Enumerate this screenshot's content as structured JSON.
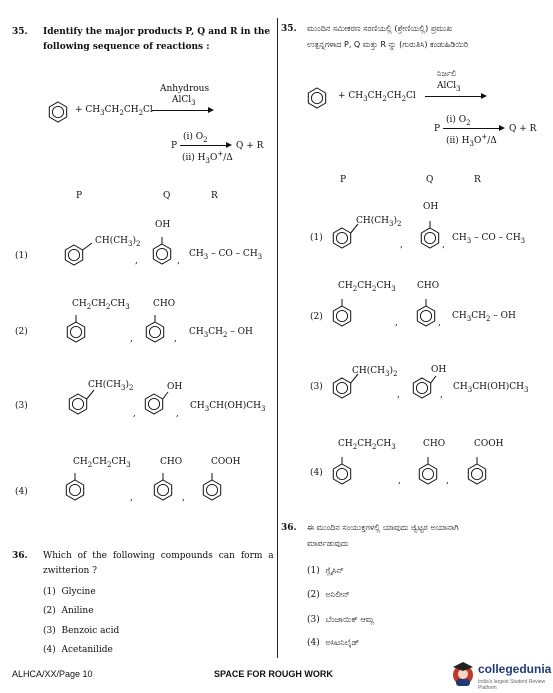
{
  "english": {
    "q35": {
      "number": "35.",
      "text_line1": "Identify the major products P, Q and R in the",
      "text_line2": "following sequence of reactions :",
      "reagent_above": "Anhydrous",
      "reagent_below": "AlCl3",
      "reactant": "+ CH3CH2CH2Cl",
      "step2_reagent1": "(i) O2",
      "step2_reagent2": "(ii) H3O+/Δ",
      "step2_P": "P",
      "step2_products": "Q + R",
      "col_P": "P",
      "col_Q": "Q",
      "col_R": "R",
      "options": [
        {
          "label": "(1)",
          "P_sub": "CH(CH3)2",
          "Q_sub": "OH",
          "R": "CH3 – CO – CH3"
        },
        {
          "label": "(2)",
          "P_sub": "CH2CH2CH3",
          "Q_sub": "CHO",
          "R": "CH3CH2 – OH"
        },
        {
          "label": "(3)",
          "P_sub": "CH(CH3)2",
          "Q_sub": "OH",
          "R": "CH3CH(OH)CH3"
        },
        {
          "label": "(4)",
          "P_sub": "CH2CH2CH3",
          "Q_sub": "CHO",
          "R_sub": "COOH"
        }
      ]
    },
    "q36": {
      "number": "36.",
      "text_line1": "Which of the following compounds can form a",
      "text_line2": "zwitterion ?",
      "options": [
        {
          "label": "(1)",
          "text": "Glycine"
        },
        {
          "label": "(2)",
          "text": "Aniline"
        },
        {
          "label": "(3)",
          "text": "Benzoic acid"
        },
        {
          "label": "(4)",
          "text": "Acetanilide"
        }
      ]
    }
  },
  "kannada": {
    "q35": {
      "number": "35.",
      "text_line1": "ಮುಂದಿನ ಸಮೀಕರಣ ಸರಣಿಯಲ್ಲಿ (ಶ್ರೇಣಿಯಲ್ಲಿ) ಪ್ರಮುಖ",
      "text_line2": "ಉತ್ಪನ್ನಗಳಾದ P, Q ಮತ್ತು R ನ್ನು (ಗುರುತಿಸಿ) ಕಂಡುಹಿಡಿಯಿರಿ",
      "reagent_above": "ನಿರ್ಜಲಿ",
      "reagent_below": "AlCl3",
      "reactant": "+ CH3CH2CH2Cl",
      "step2_reagent1": "(i) O2",
      "step2_reagent2": "(ii) H3O+/Δ",
      "step2_P": "P",
      "step2_products": "Q + R",
      "col_P": "P",
      "col_Q": "Q",
      "col_R": "R",
      "options": [
        {
          "label": "(1)",
          "P_sub": "CH(CH3)2",
          "Q_sub": "OH",
          "R": "CH3 – CO – CH3"
        },
        {
          "label": "(2)",
          "P_sub": "CH2CH2CH3",
          "Q_sub": "CHO",
          "R": "CH3CH2 – OH"
        },
        {
          "label": "(3)",
          "P_sub": "CH(CH3)2",
          "Q_sub": "OH",
          "R": "CH3CH(OH)CH3"
        },
        {
          "label": "(4)",
          "P_sub": "CH2CH2CH3",
          "Q_sub": "CHO",
          "R_sub": "COOH"
        }
      ]
    },
    "q36": {
      "number": "36.",
      "text_line1": "ಈ ಮುಂದಿನ ಸಂಯುಕ್ತಗಳಲ್ಲಿ ಯಾವುದು ಜ್ವಿಟ್ಟರ ಅಯಾನಾಗಿ",
      "text_line2": "ಮಾರ್ಪಡುವುದು",
      "options": [
        {
          "label": "(1)",
          "text": "ಗ್ಲೈಸಿನ್"
        },
        {
          "label": "(2)",
          "text": "ಅನಿಲೀನ್"
        },
        {
          "label": "(3)",
          "text": "ಬೆಂಜಾಯಿಕ್ ಆಮ್ಲ"
        },
        {
          "label": "(4)",
          "text": "ಅಸಿಟನಿಲೈಡ್"
        }
      ]
    }
  },
  "footer": {
    "page": "ALHCA/XX/Page 10",
    "center": "SPACE FOR ROUGH WORK",
    "brand": "collegedunia",
    "brand_tagline": "India's largest Student Review Platform"
  }
}
